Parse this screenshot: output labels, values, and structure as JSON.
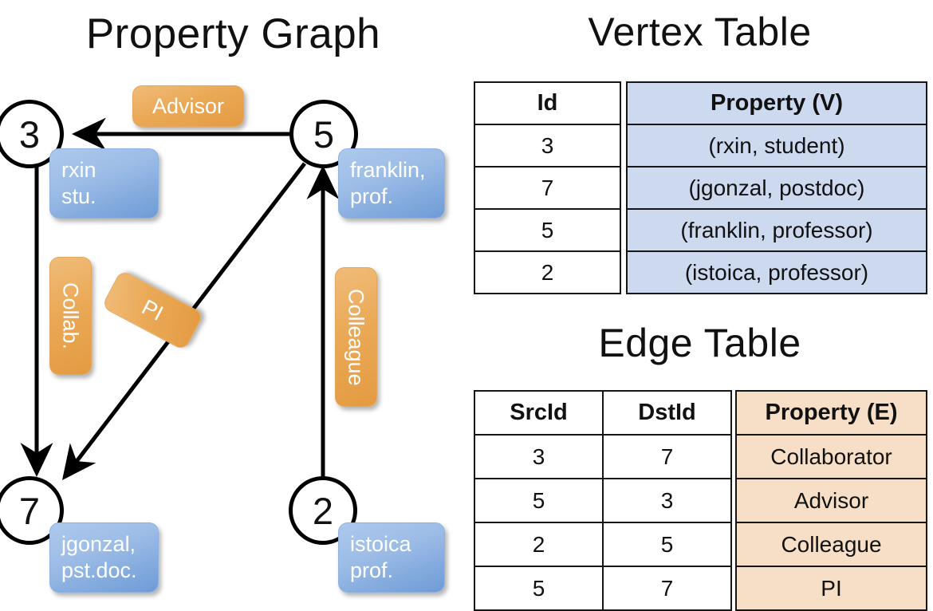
{
  "titles": {
    "property_graph": "Property Graph",
    "vertex_table": "Vertex Table",
    "edge_table": "Edge Table"
  },
  "colors": {
    "vertex_property_fill": "#ccd9ee",
    "edge_property_fill": "#f6dfc6",
    "chip_blue": "#7ba3d9",
    "chip_orange": "#eaa956",
    "stroke": "#000000",
    "background": "#ffffff"
  },
  "graph": {
    "nodes": [
      {
        "id": "3",
        "label": "3",
        "property_lines": [
          "rxin",
          "stu."
        ]
      },
      {
        "id": "5",
        "label": "5",
        "property_lines": [
          "franklin,",
          "prof."
        ]
      },
      {
        "id": "7",
        "label": "7",
        "property_lines": [
          "jgonzal,",
          "pst.doc."
        ]
      },
      {
        "id": "2",
        "label": "2",
        "property_lines": [
          "istoica",
          "prof."
        ]
      }
    ],
    "edge_labels": [
      {
        "name": "advisor",
        "text": "Advisor",
        "orientation": "horizontal"
      },
      {
        "name": "collab",
        "text": "Collab.",
        "orientation": "vertical"
      },
      {
        "name": "pi",
        "text": "PI",
        "orientation": "rotated"
      },
      {
        "name": "colleague",
        "text": "Colleague",
        "orientation": "vertical"
      }
    ],
    "edges": [
      {
        "src": "5",
        "dst": "3",
        "label": "Advisor"
      },
      {
        "src": "3",
        "dst": "7",
        "label": "Collab."
      },
      {
        "src": "5",
        "dst": "7",
        "label": "PI"
      },
      {
        "src": "2",
        "dst": "5",
        "label": "Colleague"
      }
    ]
  },
  "vertex_table": {
    "headers": {
      "id": "Id",
      "property": "Property (V)"
    },
    "rows": [
      {
        "id": "3",
        "property": "(rxin, student)"
      },
      {
        "id": "7",
        "property": "(jgonzal, postdoc)"
      },
      {
        "id": "5",
        "property": "(franklin, professor)"
      },
      {
        "id": "2",
        "property": "(istoica, professor)"
      }
    ]
  },
  "edge_table": {
    "headers": {
      "src": "SrcId",
      "dst": "DstId",
      "property": "Property (E)"
    },
    "rows": [
      {
        "src": "3",
        "dst": "7",
        "property": "Collaborator"
      },
      {
        "src": "5",
        "dst": "3",
        "property": "Advisor"
      },
      {
        "src": "2",
        "dst": "5",
        "property": "Colleague"
      },
      {
        "src": "5",
        "dst": "7",
        "property": "PI"
      }
    ]
  }
}
